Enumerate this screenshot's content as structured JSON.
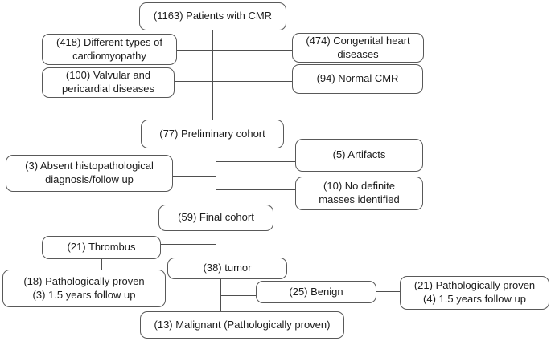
{
  "diagram": {
    "background_color": "#ffffff",
    "connector_color": "#4f4f4f",
    "box_border_color": "#595959",
    "text_color": "#1c1c1c",
    "nodes": {
      "patients_cmr": {
        "count": 1163,
        "lines": [
          "(1163) Patients with CMR"
        ]
      },
      "cardiomyopathy": {
        "count": 418,
        "lines": [
          "(418) Different types of",
          "cardiomyopathy"
        ]
      },
      "congenital": {
        "count": 474,
        "lines": [
          "(474) Congenital heart",
          "diseases"
        ]
      },
      "valvular": {
        "count": 100,
        "lines": [
          "(100) Valvular and",
          "pericardial diseases"
        ]
      },
      "normal_cmr": {
        "count": 94,
        "lines": [
          "(94) Normal CMR"
        ]
      },
      "preliminary_cohort": {
        "count": 77,
        "lines": [
          "(77) Preliminary cohort"
        ]
      },
      "absent_histopathology": {
        "count": 3,
        "lines": [
          "(3) Absent histopathological",
          "diagnosis/follow up"
        ]
      },
      "artifacts": {
        "count": 5,
        "lines": [
          "(5) Artifacts"
        ]
      },
      "no_definite_masses": {
        "count": 10,
        "lines": [
          "(10) No definite",
          "masses identified"
        ]
      },
      "final_cohort": {
        "count": 59,
        "lines": [
          "(59) Final cohort"
        ]
      },
      "thrombus": {
        "count": 21,
        "lines": [
          "(21) Thrombus"
        ]
      },
      "tumor": {
        "count": 38,
        "lines": [
          "(38) tumor"
        ]
      },
      "thrombus_outcome": {
        "counts": [
          18,
          3
        ],
        "lines": [
          "(18) Pathologically proven",
          "(3) 1.5 years follow up"
        ]
      },
      "benign": {
        "count": 25,
        "lines": [
          "(25) Benign"
        ]
      },
      "benign_outcome": {
        "counts": [
          21,
          4
        ],
        "lines": [
          "(21) Pathologically proven",
          "(4) 1.5 years follow up"
        ]
      },
      "malignant": {
        "count": 13,
        "lines": [
          "(13) Malignant (Pathologically proven)"
        ]
      }
    },
    "edges": [
      {
        "from": "patients_cmr",
        "to": "preliminary_cohort"
      },
      {
        "from": "patients_cmr",
        "to": "cardiomyopathy"
      },
      {
        "from": "patients_cmr",
        "to": "congenital"
      },
      {
        "from": "patients_cmr",
        "to": "valvular"
      },
      {
        "from": "patients_cmr",
        "to": "normal_cmr"
      },
      {
        "from": "preliminary_cohort",
        "to": "final_cohort"
      },
      {
        "from": "preliminary_cohort",
        "to": "artifacts"
      },
      {
        "from": "preliminary_cohort",
        "to": "absent_histopathology"
      },
      {
        "from": "preliminary_cohort",
        "to": "no_definite_masses"
      },
      {
        "from": "final_cohort",
        "to": "thrombus"
      },
      {
        "from": "final_cohort",
        "to": "tumor"
      },
      {
        "from": "thrombus",
        "to": "thrombus_outcome"
      },
      {
        "from": "tumor",
        "to": "benign"
      },
      {
        "from": "tumor",
        "to": "malignant"
      },
      {
        "from": "benign",
        "to": "benign_outcome"
      }
    ]
  }
}
